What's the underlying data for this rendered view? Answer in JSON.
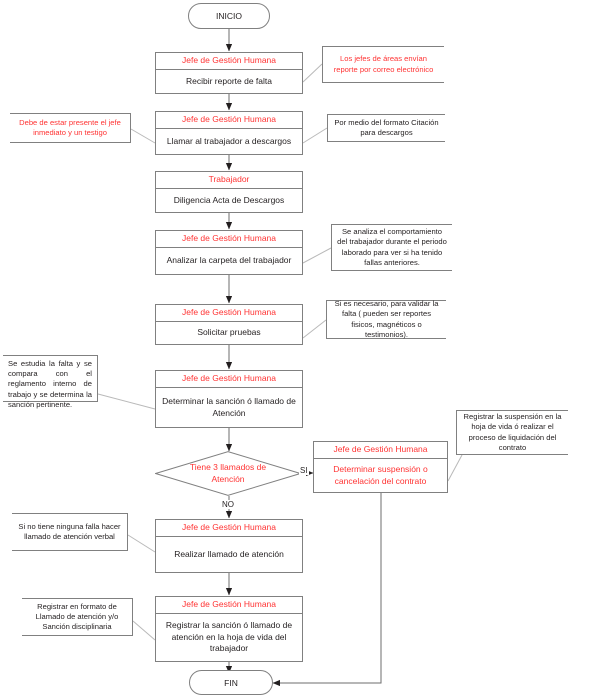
{
  "diagram": {
    "title": "Flujograma Proceso Disciplinario",
    "colors": {
      "role_text": "#ff3333",
      "action_text": "#231f20",
      "stroke": "#808080",
      "background": "#ffffff"
    },
    "start": {
      "label": "INICIO"
    },
    "end": {
      "label": "FIN"
    },
    "steps": [
      {
        "role": "Jefe de Gestión Humana",
        "action": "Recibir reporte de falta"
      },
      {
        "role": "Jefe de Gestión Humana",
        "action": "Llamar al trabajador a descargos"
      },
      {
        "role": "Trabajador",
        "action": "Diligencia Acta de Descargos"
      },
      {
        "role": "Jefe de Gestión Humana",
        "action": "Analizar la carpeta del trabajador"
      },
      {
        "role": "Jefe de Gestión Humana",
        "action": "Solicitar pruebas"
      },
      {
        "role": "Jefe de Gestión Humana",
        "action": "Determinar la sanción ó llamado de Atención"
      },
      {
        "role": "Jefe de Gestión Humana",
        "action": "Determinar suspensión o cancelación del contrato"
      },
      {
        "role": "Jefe de Gestión Humana",
        "action": "Realizar llamado de atención"
      },
      {
        "role": "Jefe de Gestión Humana",
        "action": "Registrar la sanción ó llamado de atención en la hoja de vida del trabajador"
      }
    ],
    "decision": {
      "question": "Tiene 3 llamados de Atención"
    },
    "edge_labels": {
      "yes": "SI",
      "no": "NO"
    },
    "notes": [
      {
        "text": "Los jefes de áreas envían reporte por correo electrónico",
        "color": "red"
      },
      {
        "text": "Debe de estar presente el jefe inmediato y un testigo",
        "color": "red"
      },
      {
        "text": "Por medio del formato Citación para descargos",
        "color": "black"
      },
      {
        "text": "Se analiza el comportamiento del trabajador durante el periodo laborado para ver si ha tenido fallas anteriores.",
        "color": "black"
      },
      {
        "text": "Si es necesario,  para validar la falta ( pueden ser reportes fisicos, magnéticos o testimonios).",
        "color": "black"
      },
      {
        "text": "Se estudia la falta y se compara con el reglamento interno de trabajo y se determina la sanción pertinente.",
        "color": "black"
      },
      {
        "text": "Registrar la suspensión en la hoja de vida ó realizar el proceso de liquidación del contrato",
        "color": "black"
      },
      {
        "text": "Si no tiene ninguna falla hacer llamado de atención verbal",
        "color": "black"
      },
      {
        "text": "Registrar en formato de Llamado de atención y/o Sanción disciplinaria",
        "color": "black"
      }
    ]
  }
}
